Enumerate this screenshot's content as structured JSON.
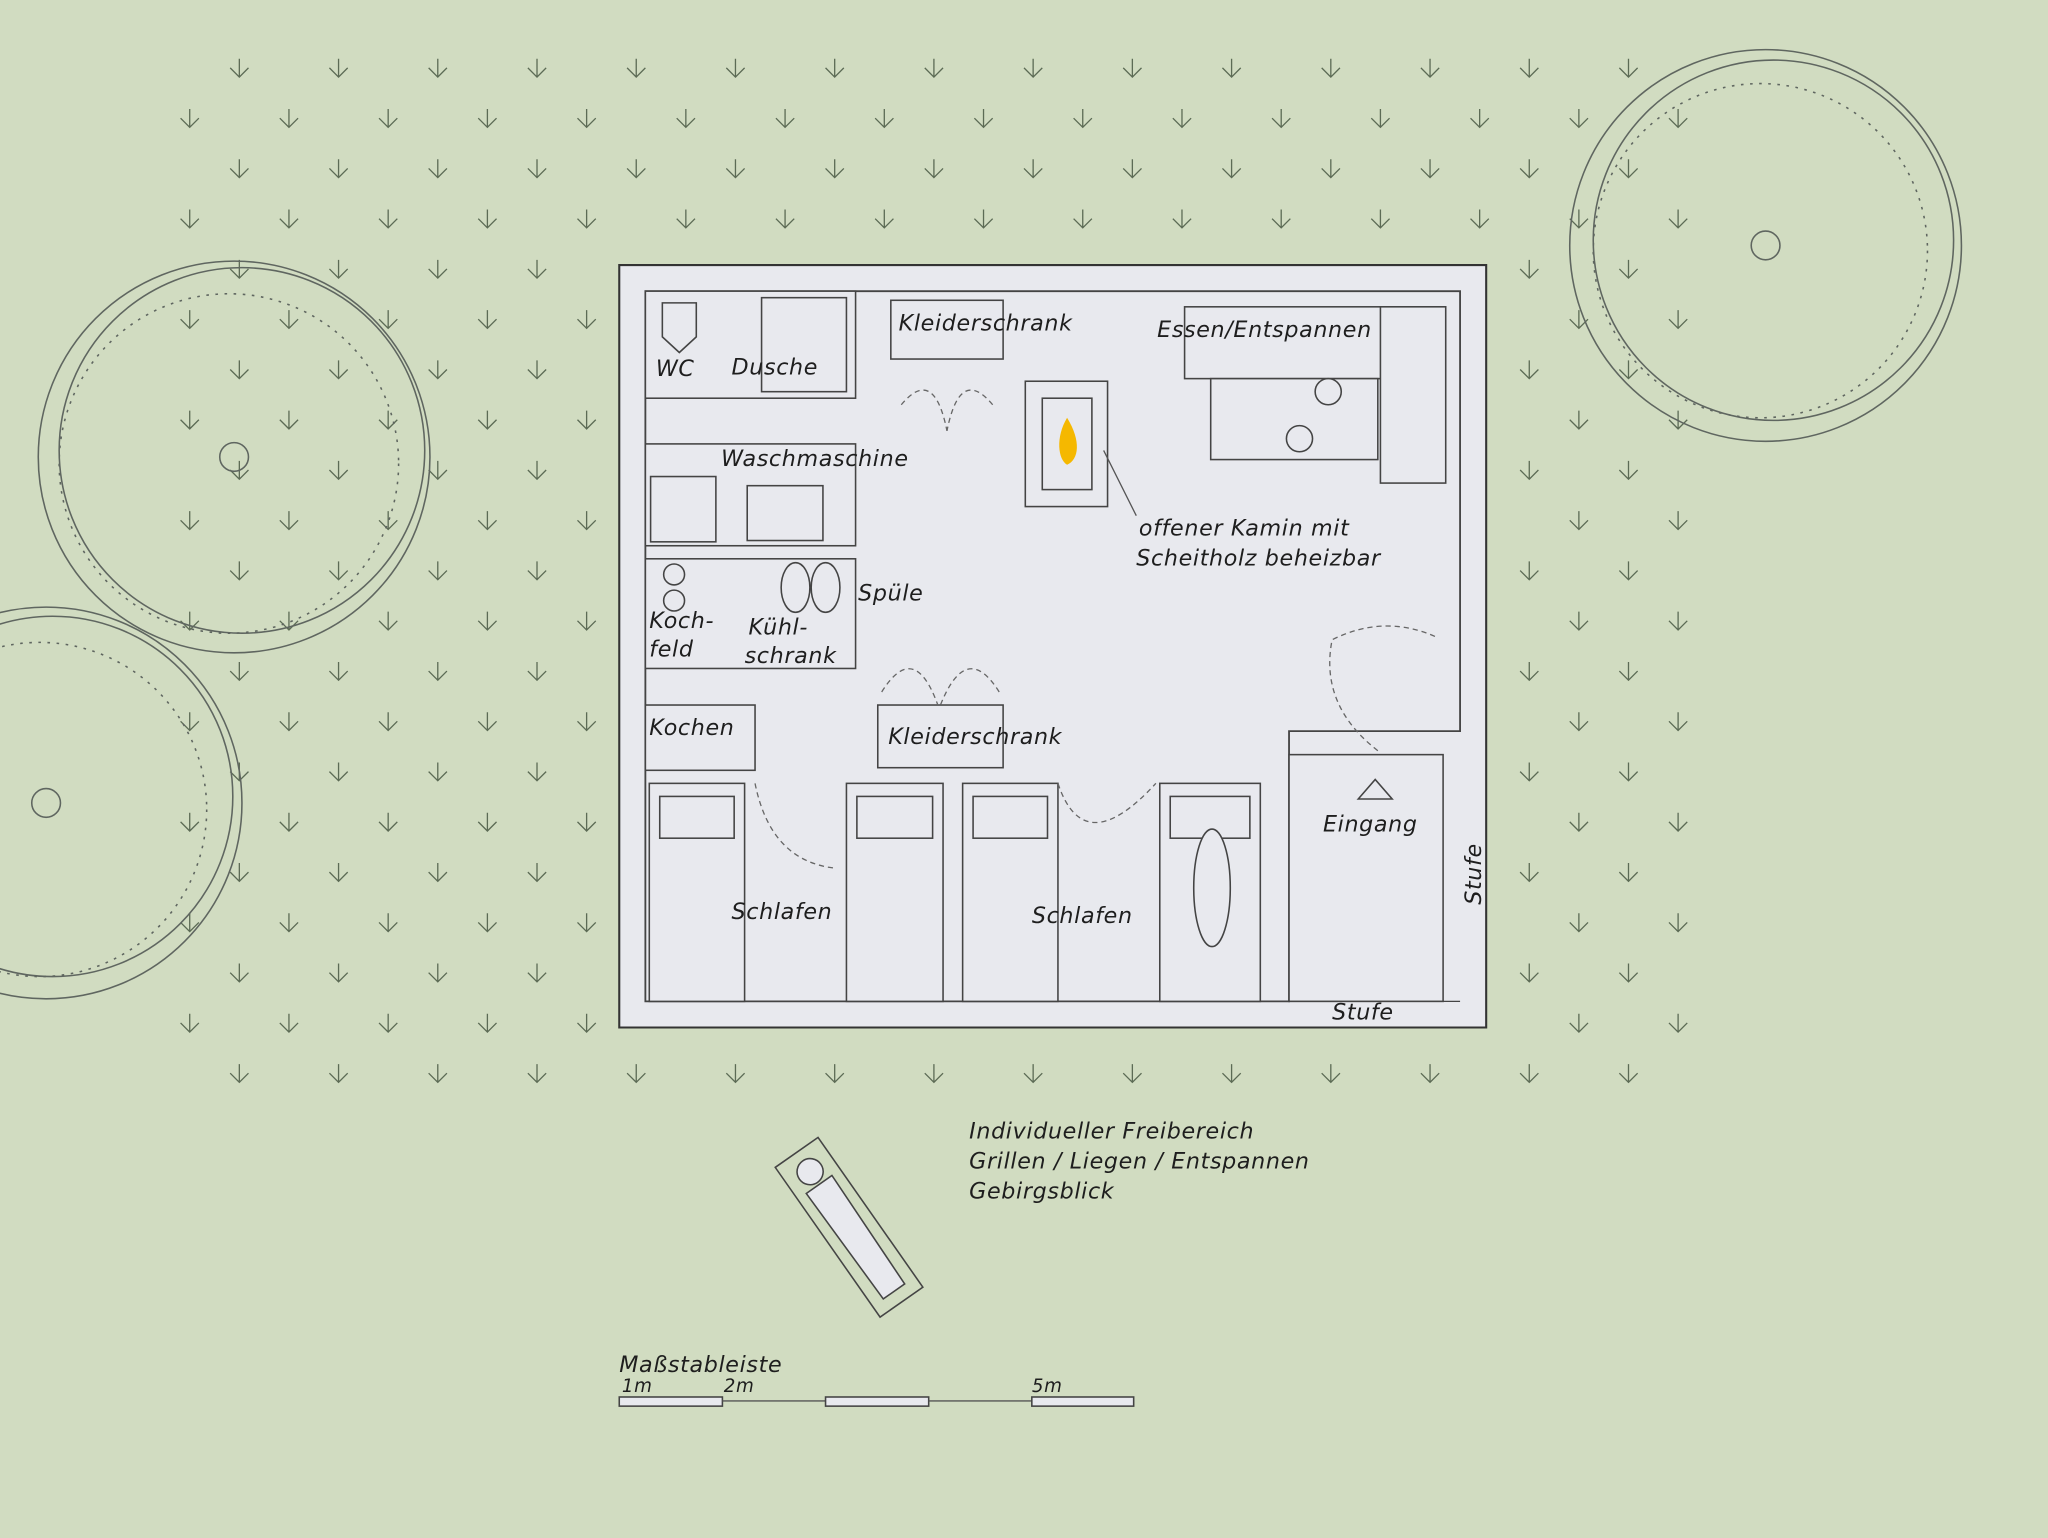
{
  "rooms": {
    "wc": "WC",
    "dusche": "Dusche",
    "kleiderschrank_top": "Kleiderschrank",
    "essen": "Essen/Entspannen",
    "waschmaschine": "Waschmaschine",
    "kamin_line1": "offener Kamin mit",
    "kamin_line2": "Scheitholz beheizbar",
    "spuele": "Spüle",
    "kochfeld_line1": "Koch-",
    "kochfeld_line2": "feld",
    "kuehl_line1": "Kühl-",
    "kuehl_line2": "schrank",
    "kochen": "Kochen",
    "kleiderschrank_bottom": "Kleiderschrank",
    "eingang": "Eingang",
    "schlafen_left": "Schlafen",
    "schlafen_right": "Schlafen",
    "stufe_side": "Stufe",
    "stufe_bottom": "Stufe"
  },
  "outdoor": {
    "line1": "Individueller Freibereich",
    "line2": "Grillen / Liegen / Entspannen",
    "line3": "Gebirgsblick"
  },
  "scale_bar": {
    "title": "Maßstableiste",
    "tick_1": "1m",
    "tick_2": "2m",
    "tick_5": "5m"
  },
  "colors": {
    "background": "#d1dcc1",
    "floor": "#e8e9ee",
    "fire": "#f5b800"
  }
}
